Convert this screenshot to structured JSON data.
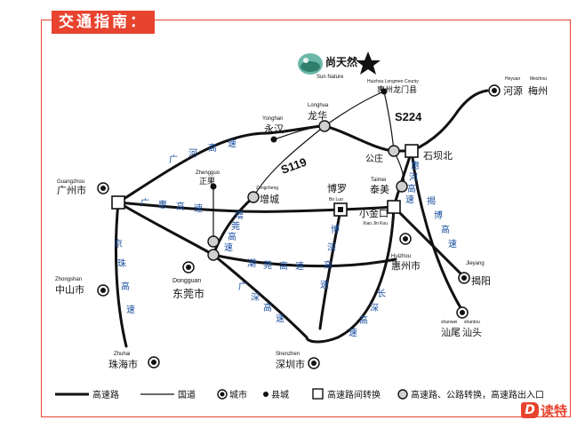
{
  "title": "交通指南：",
  "brand": {
    "mark": "D",
    "text": "读特"
  },
  "destination": {
    "name": "尚天然",
    "sub": "Sun Nature"
  },
  "places": {
    "huizhou_longmen": {
      "en": "Huizhou Longmen County",
      "cn": "惠州龙门县"
    },
    "heyuan": {
      "en": "Heyuan",
      "cn": "河源"
    },
    "meizhou": {
      "en": "Meizhou",
      "cn": "梅州"
    },
    "yonghan": {
      "en": "Yonghan",
      "cn": "永汉"
    },
    "longhua": {
      "en": "Longhua",
      "cn": "龙华"
    },
    "gongzhuang": {
      "cn": "公庄"
    },
    "shibabei": {
      "cn": "石坝北"
    },
    "guangzhou": {
      "en": "Guangzhou",
      "cn": "广州市"
    },
    "zhengguo": {
      "en": "Zhengguo",
      "cn": "正果"
    },
    "zengcheng": {
      "en": "Zengcheng",
      "cn": "增城"
    },
    "boluo": {
      "en": "Bo Luo",
      "cn": "博罗"
    },
    "taimei": {
      "en": "Taimei",
      "cn": "泰美"
    },
    "xiaojinkou": {
      "en": "Xiao Jin Kou",
      "cn": "小金口"
    },
    "huizhou": {
      "en": "Huizhou",
      "cn": "惠州市"
    },
    "jieyang": {
      "en": "Jieyang",
      "cn": "揭阳"
    },
    "zhongshan": {
      "en": "Zhongshan",
      "cn": "中山市"
    },
    "dongguan": {
      "en": "Dongguan",
      "cn": "东莞市"
    },
    "shanwei": {
      "en": "shanwei",
      "cn": "汕尾"
    },
    "shantou": {
      "en": "shantou",
      "cn": "汕头"
    },
    "zhuhai": {
      "en": "Zhuhai",
      "cn": "珠海市"
    },
    "shenzhen": {
      "en": "Shenzhen",
      "cn": "深圳市"
    }
  },
  "routes": {
    "s224": "S224",
    "s119": "S119"
  },
  "highways": {
    "guanghe": [
      "广",
      "河",
      "高",
      "速"
    ],
    "guanghui": [
      "广",
      "惠",
      "高",
      "速"
    ],
    "jingzhu": [
      "京",
      "珠",
      "高",
      "速"
    ],
    "zengguan": [
      "增",
      "莞",
      "高",
      "速"
    ],
    "chaoguan": [
      "潮",
      "莞",
      "高",
      "速"
    ],
    "guangshen": [
      "广",
      "深",
      "高",
      "速"
    ],
    "boshen": [
      "博",
      "深",
      "高",
      "速"
    ],
    "changshen": [
      "长",
      "深",
      "高",
      "速"
    ],
    "huihe": [
      "惠",
      "河",
      "高",
      "速"
    ],
    "jiehui": [
      "揭",
      "博",
      "高",
      "速"
    ]
  },
  "legend": {
    "highway": "高速路",
    "national_road": "国道",
    "city": "城市",
    "county": "县城",
    "interchange": "高速路间转换",
    "exit": "高速路、公路转换，高速路出入口"
  },
  "colors": {
    "accent": "#e8432e",
    "highway_label": "#1a4fa0",
    "road": "#111111"
  }
}
